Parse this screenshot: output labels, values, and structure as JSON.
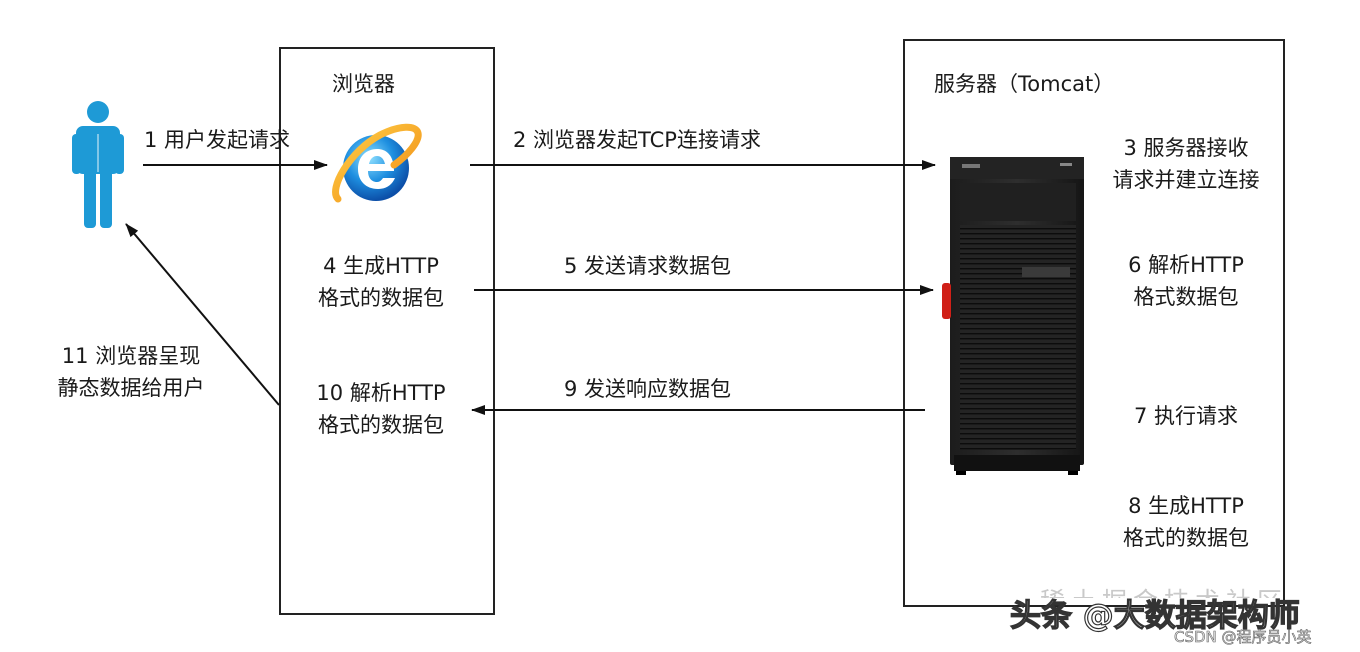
{
  "browser": {
    "title": "浏览器",
    "step4": [
      "4 生成HTTP",
      "格式的数据包"
    ],
    "step10": [
      "10 解析HTTP",
      "格式的数据包"
    ]
  },
  "server": {
    "title": "服务器（Tomcat）",
    "step3": [
      "3 服务器接收",
      "请求并建立连接"
    ],
    "step6": [
      "6 解析HTTP",
      "格式数据包"
    ],
    "step7": "7 执行请求",
    "step8": [
      "8 生成HTTP",
      "格式的数据包"
    ]
  },
  "arrows": {
    "a1": "1 用户发起请求",
    "a2": "2 浏览器发起TCP连接请求",
    "a5": "5 发送请求数据包",
    "a9": "9 发送响应数据包",
    "a11": [
      "11 浏览器呈现",
      "静态数据给用户"
    ]
  },
  "watermark": {
    "partial": "稀土掘金技术社区",
    "main": "头条 @大数据架构师",
    "csdn": "CSDN @程序员小英"
  },
  "colors": {
    "person": "#1e9ad6",
    "stroke": "#111111"
  },
  "icons": {
    "user": "person-icon",
    "browser": "internet-explorer-icon",
    "server": "server-tower-icon"
  }
}
